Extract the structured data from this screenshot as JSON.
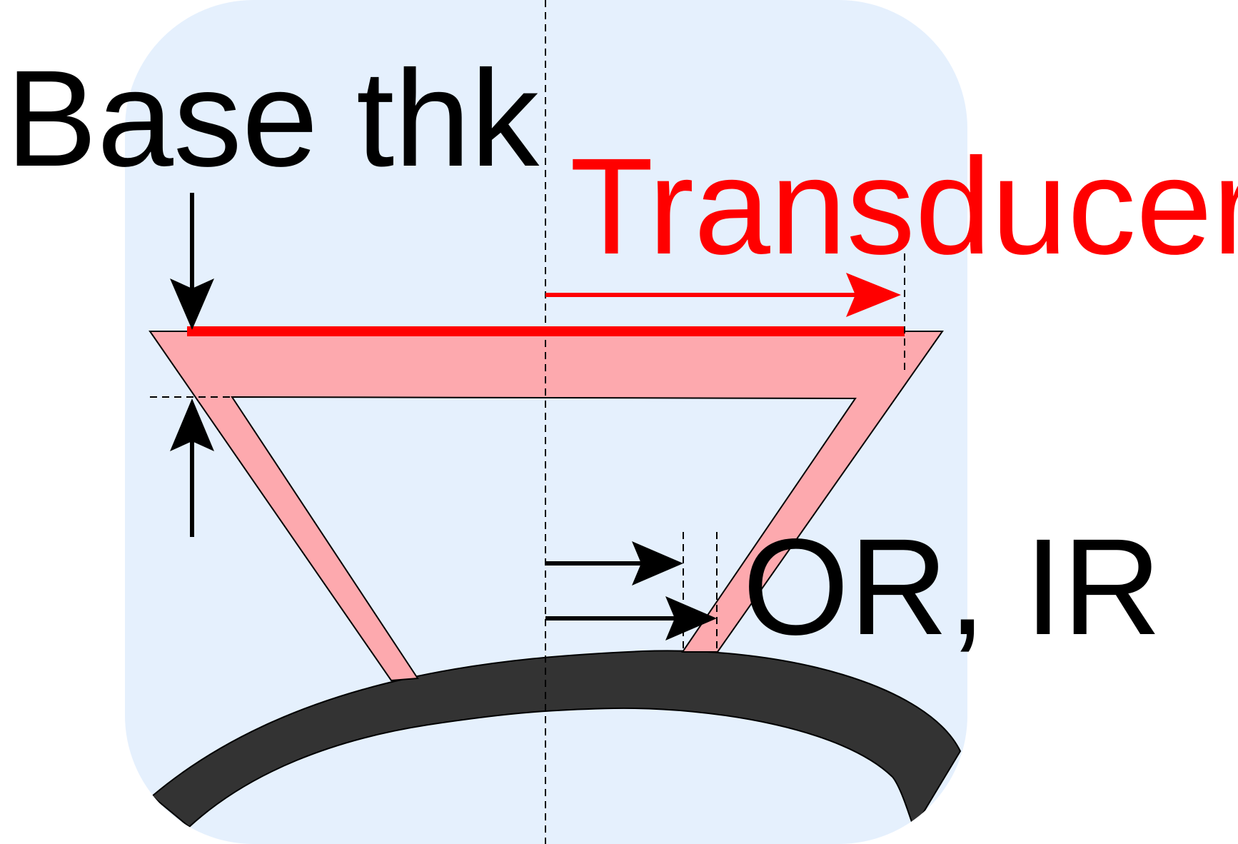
{
  "labels": {
    "base_thickness": "Base thk",
    "transducer": "Transducer",
    "radii": "OR, IR"
  },
  "colors": {
    "background_panel": "#e5f0fd",
    "wedge_fill": "#fda9ae",
    "transducer_line": "#ff0000",
    "transducer_text": "#ff0000",
    "pipe_fill": "#333333",
    "annotation": "#000000"
  }
}
